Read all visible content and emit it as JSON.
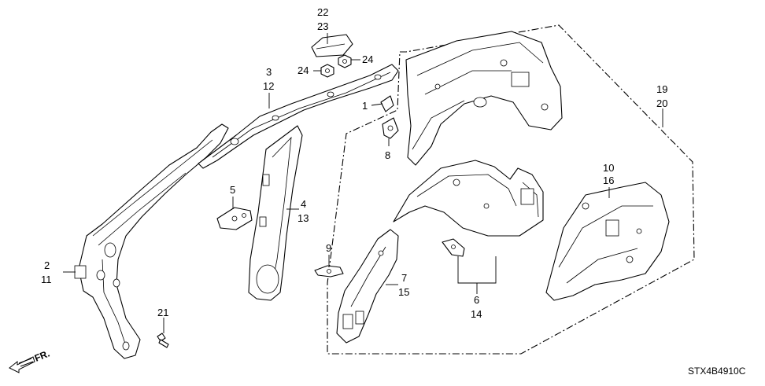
{
  "diagram": {
    "code": "STX4B4910C",
    "front_marker": "FR.",
    "callouts": {
      "c1": "1",
      "c2": "2",
      "c3": "3",
      "c4": "4",
      "c5": "5",
      "c6": "6",
      "c7": "7",
      "c8": "8",
      "c9": "9",
      "c10": "10",
      "c11": "11",
      "c12": "12",
      "c13": "13",
      "c14": "14",
      "c15": "15",
      "c16": "16",
      "c19": "19",
      "c20": "20",
      "c21": "21",
      "c22": "22",
      "c23": "23",
      "c24a": "24",
      "c24b": "24"
    }
  }
}
